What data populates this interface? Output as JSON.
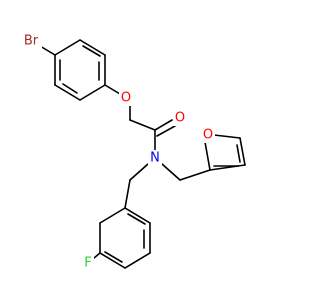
{
  "molecule": {
    "atoms": [
      {
        "id": "br",
        "symbol": "Br",
        "name": "bromine",
        "color": "#A52A2A"
      },
      {
        "id": "o_ether",
        "symbol": "O",
        "name": "ether-oxygen",
        "color": "#FF0000"
      },
      {
        "id": "o_carbonyl",
        "symbol": "O",
        "name": "carbonyl-oxygen",
        "color": "#FF0000"
      },
      {
        "id": "n_amide",
        "symbol": "N",
        "name": "amide-nitrogen",
        "color": "#0000FF"
      },
      {
        "id": "o_furan",
        "symbol": "O",
        "name": "furan-oxygen",
        "color": "#FF0000"
      },
      {
        "id": "f",
        "symbol": "F",
        "name": "fluorine",
        "color": "#33CC33"
      }
    ],
    "bond_color": "#000000",
    "background": "#FFFFFF"
  }
}
